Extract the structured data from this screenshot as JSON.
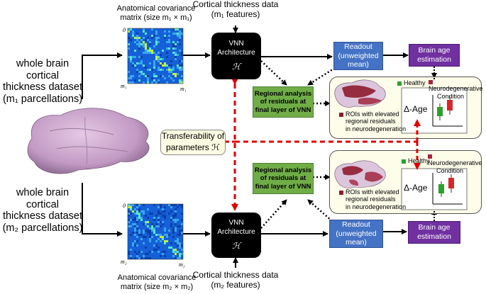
{
  "left": {
    "dataset_top": "whole brain cortical thickness dataset (m1 parcellations)",
    "dataset_top_lines": [
      "whole brain cortical",
      "thickness dataset",
      "(m₁ parcellations)"
    ],
    "dataset_bottom_lines": [
      "whole brain cortical",
      "thickness dataset",
      "(m₂ parcellations)"
    ]
  },
  "top": {
    "cov_caption_lines": [
      "Anatomical covariance",
      "matrix (size m₁ × m₁)"
    ],
    "thickness_lines": [
      "Cortical thickness data",
      "(m₁ features)"
    ],
    "axis_zero": "0",
    "axis_m": "m₁",
    "axis_m_corner": "m₁"
  },
  "bottom": {
    "cov_caption_lines": [
      "Anatomical covariance",
      "matrix (size m₂ × m₂)"
    ],
    "thickness_lines": [
      "Cortical thickness data",
      "(m₂ features)"
    ],
    "axis_zero": "0",
    "axis_m": "m₂",
    "axis_m_corner": "m₂"
  },
  "vnn": {
    "label_lines": [
      "VNN",
      "Architecture"
    ],
    "symbol": "ℋ"
  },
  "readout": {
    "label_lines": [
      "Readout",
      "(unweighted",
      "mean)"
    ]
  },
  "brain_age": {
    "label_lines": [
      "Brain age",
      "estimation"
    ]
  },
  "regional": {
    "label_lines": [
      "Regional analysis",
      "of residuals at",
      "final layer of VNN"
    ]
  },
  "transfer": {
    "label_lines": [
      "Transferability of",
      "parameters ℋ"
    ]
  },
  "panel": {
    "legend_healthy": "Healthy",
    "legend_neuro_lines": [
      "Neurodegenerative",
      "Condition"
    ],
    "roi_lines": [
      "ROIs with elevated",
      "regional residuals",
      "in neurodegeneration"
    ],
    "delta_age": "Δ-Age"
  },
  "colors": {
    "vnn": "#000000",
    "readout": "#4472c4",
    "brain_age": "#7030a0",
    "regional": "#70ad47",
    "transfer_arrow": "#e00000",
    "healthy": "#2ca02c",
    "neuro": "#d62728",
    "brain_surface": "#c7a0c7",
    "matrix": "#1e6fe0"
  }
}
